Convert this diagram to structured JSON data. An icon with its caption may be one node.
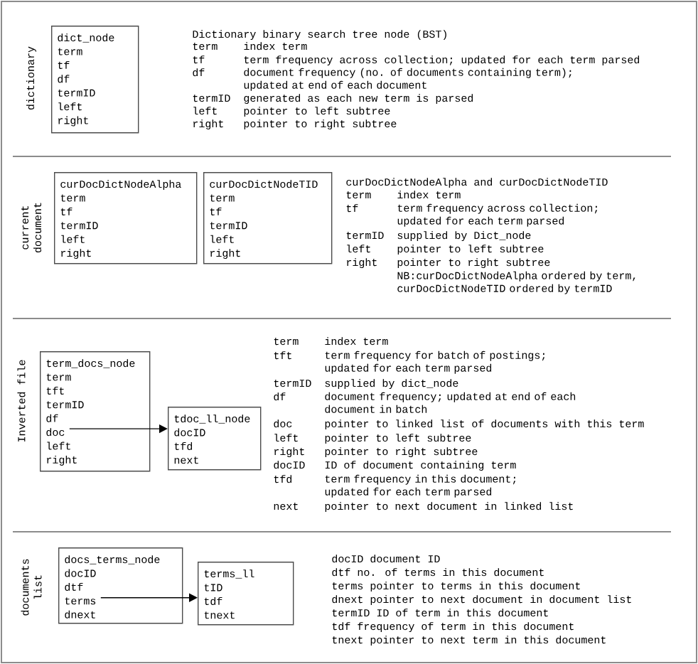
{
  "diagram": {
    "nodes": [
      {
        "text": [
          "dict_node",
          "term",
          "tf",
          "df",
          "termID",
          "left",
          "right"
        ]
      },
      {
        "text": [
          "curDocDictNodeAlpha",
          "term",
          "tf",
          "termID",
          "left",
          "right"
        ]
      },
      {
        "text": [
          "curDocDictNodeTID",
          "term",
          "tf",
          "termID",
          "left",
          "right"
        ]
      },
      {
        "text": [
          "term_docs_node",
          "term",
          "tft",
          "termID",
          "df",
          "doc",
          "left",
          "right"
        ]
      },
      {
        "text": [
          "tdoc_ll_node",
          "docID",
          "tfd",
          "next"
        ]
      },
      {
        "text": [
          "docs_terms_node",
          "docID",
          "dtf",
          "terms",
          "dnext"
        ]
      },
      {
        "text": [
          "terms_ll",
          "tID",
          "tdf",
          "tnext"
        ]
      }
    ],
    "edges": [
      {
        "from": 3,
        "to": 4,
        "arrow": "to"
      },
      {
        "from": 5,
        "to": 6,
        "arrow": "to"
      }
    ],
    "labels": [
      "dictionary",
      "Dictionary binary search tree node (BST)",
      "term",
      "index term",
      "tf",
      "term frequency across collection; updated for each term parsed",
      "df",
      "document frequency (no. of documents containing term); updated at end of each document",
      "termID",
      "generated as each new term is parsed",
      "left",
      "pointer to left subtree",
      "right",
      "pointer to right subtree",
      "current document",
      "curDocDictNodeAlpha and curDocDictNodeTID",
      "term",
      "index term",
      "tf",
      "term frequency across collection; updated for each term parsed",
      "termID",
      "supplied by Dict_node",
      "left",
      "pointer to left subtree",
      "right",
      "pointer to right subtree",
      "NB:curDocDictNodeAlpha ordered by term, curDocDictNodeTID ordered by termID",
      "Inverted file",
      "term",
      "index term",
      "tft",
      "term frequency for batch of postings; updated for each term parsed",
      "termID",
      "supplied by dict_node",
      "df",
      "document frequency; updated at end of each document in batch",
      "doc",
      "pointer to linked list of documents with this term",
      "left",
      "pointer to left subtree",
      "right",
      "pointer to right subtree",
      "docID",
      "ID of document containing term",
      "tfd",
      "term frequency in this document; updated for each term parsed",
      "next",
      "pointer to next document in linked list",
      "documents list",
      "docID document ID",
      "dtf no. of terms in this document",
      "terms pointer to terms in this document",
      "dnext pointer to next document in document list",
      "termID ID of term in this document",
      "tdf frequency of term in this document",
      "tnext pointer to next term in this document"
    ]
  }
}
